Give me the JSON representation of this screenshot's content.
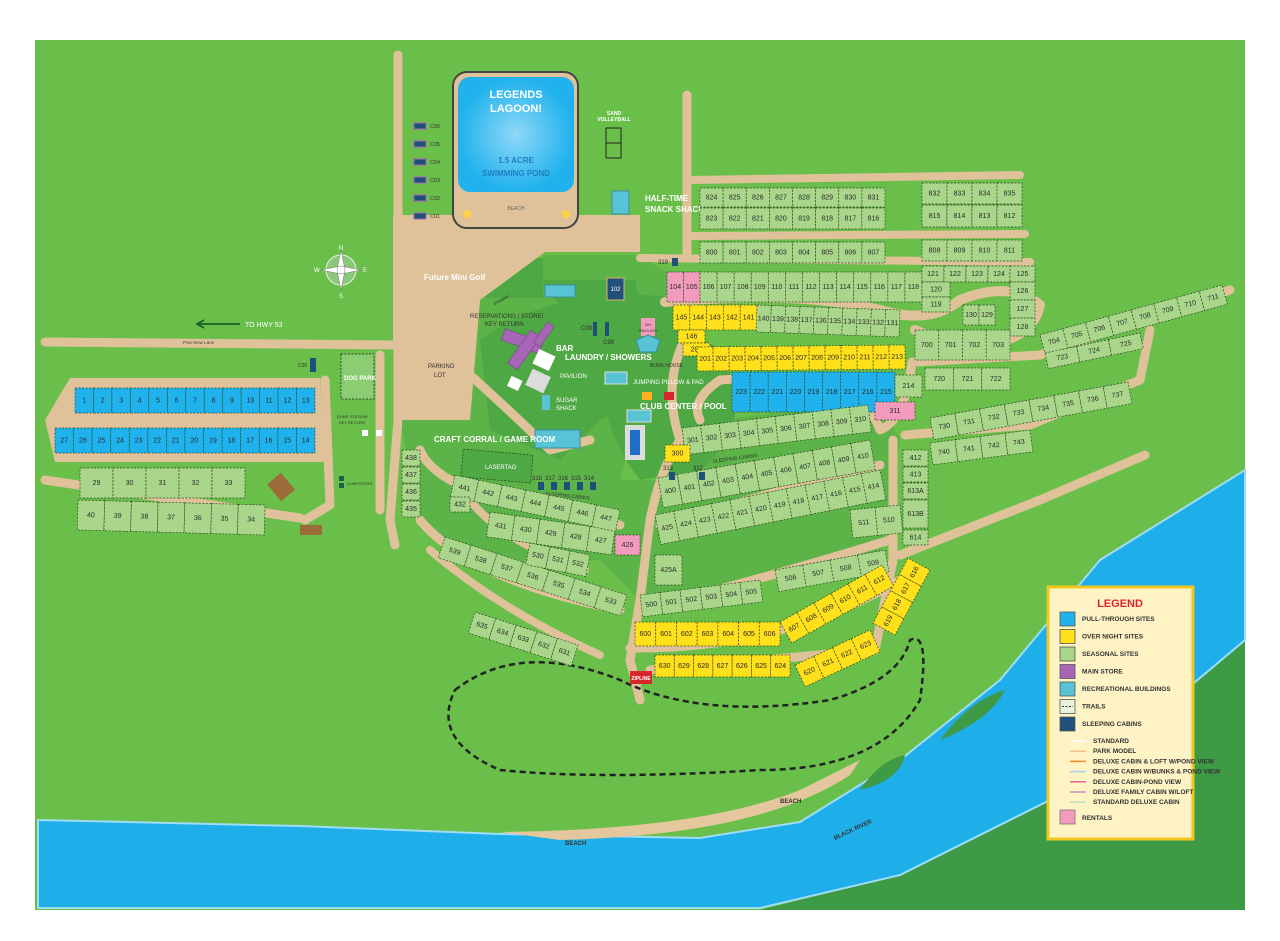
{
  "colors": {
    "grass": "#6abf4b",
    "dark_grass": "#4ea843",
    "road": "#dfc29a",
    "seasonal": "#a9d68a",
    "overnight": "#ffe01a",
    "pull_through": "#1fb2ec",
    "rental": "#f39bbd",
    "main_store": "#a665b6",
    "recreational": "#59c3d6",
    "sleeping_cabin": "#1f4f7a",
    "river": "#1eaee9",
    "legend_bg": "#fdf3c4",
    "legend_border": "#f2c81e",
    "legend_title": "#d9262c"
  },
  "labels": {
    "lagoon_title_1": "LEGENDS",
    "lagoon_title_2": "LAGOON!",
    "lagoon_sub_1": "1.5 ACRE",
    "lagoon_sub_2": "SWIMMING POND",
    "lagoon_beach": "BEACH",
    "sand_volleyball_1": "SAND",
    "sand_volleyball_2": "VOLLEYBALL",
    "snack_shack_1": "HALF-TIME",
    "snack_shack_2": "SNACK SHACK",
    "mini_golf": "Future Mini Golf",
    "to_hwy": "TO HWY 53",
    "pow_wow_lane": "Pow Wow Lane",
    "entrance": "Entrance",
    "reservations_1": "RESERVATIONS / STORE/",
    "reservations_2": "KEY RETURN",
    "parking_1": "PARKING",
    "parking_2": "LOT",
    "bar": "BAR",
    "pavilion": "PAVILION",
    "sugar_shack_1": "SUGAR",
    "sugar_shack_2": "SHACK",
    "laundry": "LAUNDRY / SHOWERS",
    "bh_pavilion_1": "BH",
    "bh_pavilion_2": "PAVILION",
    "bunk_house": "BUNK HOUSE",
    "jumping_pillow": "JUMPING PILLOW & PAD",
    "club_center": "CLUB CENTER / POOL",
    "craft_corral": "CRAFT CORRAL / GAME ROOM",
    "lasertag": "LASERTAG",
    "sleeping_cabins_a": "SLEEPING CABINS",
    "sleeping_cabins_b": "SLEEPING CABINS",
    "dog_park": "DOG PARK",
    "dump_station_1": "DUMP STATION/",
    "dump_station_2": "KEY RETURN",
    "dumpsters": "DUMPSTERS",
    "zipline": "ZIPLINE",
    "beach_1": "BEACH",
    "beach_2": "BEACH",
    "black_river": "BLACK RIVER",
    "compass_n": "N",
    "compass_s": "S",
    "compass_e": "E",
    "compass_w": "W"
  },
  "cabins": [
    "C06",
    "C05",
    "C04",
    "C03",
    "C02",
    "C01",
    "C00",
    "C99",
    "C98",
    "102",
    "319",
    "313",
    "312",
    "318",
    "317",
    "316",
    "315",
    "314"
  ],
  "site_rows": [
    {
      "type": "seasonal",
      "sites": [
        "824",
        "825",
        "826",
        "827",
        "828",
        "829",
        "830",
        "831"
      ]
    },
    {
      "type": "seasonal",
      "sites": [
        "823",
        "822",
        "821",
        "820",
        "819",
        "818",
        "817",
        "816"
      ]
    },
    {
      "type": "seasonal",
      "sites": [
        "832",
        "833",
        "834",
        "835"
      ]
    },
    {
      "type": "seasonal",
      "sites": [
        "815",
        "814",
        "813",
        "812"
      ]
    },
    {
      "type": "seasonal",
      "sites": [
        "800",
        "801",
        "802",
        "803",
        "804",
        "805",
        "806",
        "807"
      ]
    },
    {
      "type": "seasonal",
      "sites": [
        "808",
        "809",
        "810",
        "811"
      ]
    },
    {
      "type": "rental",
      "sites": [
        "104",
        "105"
      ]
    },
    {
      "type": "seasonal",
      "sites": [
        "106",
        "107",
        "108",
        "109",
        "110",
        "111",
        "112",
        "113",
        "114",
        "115",
        "116",
        "117",
        "118"
      ]
    },
    {
      "type": "seasonal",
      "sites": [
        "121",
        "122",
        "123",
        "124"
      ]
    },
    {
      "type": "seasonal",
      "sites": [
        "125"
      ]
    },
    {
      "type": "seasonal",
      "sites": [
        "120"
      ]
    },
    {
      "type": "seasonal",
      "sites": [
        "119"
      ]
    },
    {
      "type": "seasonal",
      "sites": [
        "126"
      ]
    },
    {
      "type": "seasonal",
      "sites": [
        "127"
      ]
    },
    {
      "type": "seasonal",
      "sites": [
        "128"
      ]
    },
    {
      "type": "overnight",
      "sites": [
        "145",
        "144",
        "143",
        "142",
        "141"
      ]
    },
    {
      "type": "seasonal",
      "sites": [
        "140",
        "139",
        "138",
        "137",
        "136",
        "135",
        "134",
        "133",
        "132",
        "131"
      ]
    },
    {
      "type": "overnight",
      "sites": [
        "146"
      ]
    },
    {
      "type": "overnight",
      "sites": [
        "200"
      ]
    },
    {
      "type": "overnight",
      "sites": [
        "201",
        "202",
        "203",
        "204",
        "205",
        "206",
        "207",
        "208",
        "209",
        "210",
        "211",
        "212",
        "213"
      ]
    },
    {
      "type": "pull_through",
      "sites": [
        "223",
        "222",
        "221",
        "220",
        "219",
        "218",
        "217",
        "216",
        "215"
      ]
    },
    {
      "type": "seasonal",
      "sites": [
        "214"
      ]
    },
    {
      "type": "rental",
      "sites": [
        "311"
      ]
    },
    {
      "type": "seasonal",
      "sites": [
        "130",
        "129"
      ]
    },
    {
      "type": "seasonal",
      "sites": [
        "700",
        "701",
        "702",
        "703"
      ]
    },
    {
      "type": "seasonal",
      "sites": [
        "704",
        "705",
        "706",
        "707",
        "708",
        "709",
        "710",
        "711"
      ]
    },
    {
      "type": "seasonal",
      "sites": [
        "723",
        "724",
        "725"
      ]
    },
    {
      "type": "seasonal",
      "sites": [
        "720",
        "721",
        "722"
      ]
    },
    {
      "type": "seasonal",
      "sites": [
        "730",
        "731",
        "732",
        "733",
        "734",
        "735",
        "736",
        "737"
      ]
    },
    {
      "type": "seasonal",
      "sites": [
        "740",
        "741",
        "742",
        "743"
      ]
    },
    {
      "type": "seasonal",
      "sites": [
        "412"
      ]
    },
    {
      "type": "seasonal",
      "sites": [
        "413"
      ]
    },
    {
      "type": "seasonal",
      "sites": [
        "613A"
      ]
    },
    {
      "type": "seasonal",
      "sites": [
        "613B"
      ]
    },
    {
      "type": "seasonal",
      "sites": [
        "614"
      ]
    },
    {
      "type": "seasonal",
      "sites": [
        "301",
        "302",
        "303",
        "304",
        "305",
        "306",
        "307",
        "308",
        "309",
        "310"
      ]
    },
    {
      "type": "overnight",
      "sites": [
        "300"
      ]
    },
    {
      "type": "seasonal",
      "sites": [
        "400",
        "401",
        "402",
        "403",
        "404",
        "405",
        "406",
        "407",
        "408",
        "409",
        "410"
      ]
    },
    {
      "type": "seasonal",
      "sites": [
        "425",
        "424",
        "423",
        "422",
        "421",
        "420",
        "419",
        "418",
        "417",
        "416",
        "415",
        "414"
      ]
    },
    {
      "type": "seasonal",
      "sites": [
        "425A"
      ]
    },
    {
      "type": "seasonal",
      "sites": [
        "511",
        "510"
      ]
    },
    {
      "type": "seasonal",
      "sites": [
        "500",
        "501",
        "502",
        "503",
        "504",
        "505"
      ]
    },
    {
      "type": "seasonal",
      "sites": [
        "506",
        "507",
        "508",
        "509"
      ]
    },
    {
      "type": "overnight",
      "sites": [
        "600",
        "601",
        "602",
        "603",
        "604",
        "605",
        "606"
      ]
    },
    {
      "type": "overnight",
      "sites": [
        "607",
        "608",
        "609",
        "610",
        "611",
        "612"
      ]
    },
    {
      "type": "overnight",
      "sites": [
        "616",
        "617",
        "618",
        "619"
      ]
    },
    {
      "type": "overnight",
      "sites": [
        "620",
        "621",
        "622",
        "623"
      ]
    },
    {
      "type": "overnight",
      "sites": [
        "630",
        "629",
        "628",
        "627",
        "626",
        "625",
        "624"
      ]
    },
    {
      "type": "seasonal",
      "sites": [
        "635",
        "634",
        "633",
        "632",
        "631"
      ]
    },
    {
      "type": "seasonal",
      "sites": [
        "539",
        "538",
        "537",
        "536",
        "535",
        "534",
        "533"
      ]
    },
    {
      "type": "seasonal",
      "sites": [
        "530",
        "531",
        "532"
      ]
    },
    {
      "type": "seasonal",
      "sites": [
        "431",
        "430",
        "429",
        "428",
        "427"
      ]
    },
    {
      "type": "rental",
      "sites": [
        "426"
      ]
    },
    {
      "type": "seasonal",
      "sites": [
        "441",
        "442",
        "443",
        "444",
        "445",
        "446",
        "447"
      ]
    },
    {
      "type": "seasonal",
      "sites": [
        "432"
      ]
    },
    {
      "type": "seasonal",
      "sites": [
        "438"
      ]
    },
    {
      "type": "seasonal",
      "sites": [
        "437"
      ]
    },
    {
      "type": "seasonal",
      "sites": [
        "436"
      ]
    },
    {
      "type": "seasonal",
      "sites": [
        "435"
      ]
    },
    {
      "type": "pull_through",
      "sites": [
        "1",
        "2",
        "3",
        "4",
        "5",
        "6",
        "7",
        "8",
        "9",
        "10",
        "11",
        "12",
        "13"
      ]
    },
    {
      "type": "pull_through",
      "sites": [
        "27",
        "26",
        "25",
        "24",
        "23",
        "22",
        "21",
        "20",
        "19",
        "18",
        "17",
        "16",
        "15",
        "14"
      ]
    },
    {
      "type": "seasonal",
      "sites": [
        "29",
        "30",
        "31",
        "32",
        "33"
      ]
    },
    {
      "type": "seasonal",
      "sites": [
        "40",
        "39",
        "38",
        "37",
        "36",
        "35",
        "34"
      ]
    }
  ],
  "legend": {
    "title": "LEGEND",
    "swatches": [
      {
        "label": "PULL-THROUGH SITES",
        "color": "#1fb2ec"
      },
      {
        "label": "OVER NIGHT SITES",
        "color": "#ffe01a"
      },
      {
        "label": "SEASONAL SITES",
        "color": "#a9d68a"
      },
      {
        "label": "MAIN STORE",
        "color": "#a665b6"
      },
      {
        "label": "RECREATIONAL BUILDINGS",
        "color": "#59c3d6"
      },
      {
        "label": "TRAILS",
        "color": "#e6f2dc"
      },
      {
        "label": "SLEEPING CABINS",
        "color": "#1f4f7a"
      }
    ],
    "lines": [
      {
        "label": "STANDARD",
        "color": "#ffffff"
      },
      {
        "label": "PARK MODEL",
        "color": "#f3c08a"
      },
      {
        "label": "DELUXE CABIN & LOFT W/POND VIEW",
        "color": "#f08a1d"
      },
      {
        "label": "DELUXE CABIN W/BUNKS & POND VIEW",
        "color": "#9fd6ef"
      },
      {
        "label": "DELUXE CABIN-POND VIEW",
        "color": "#e0609a"
      },
      {
        "label": "DELUXE FAMILY CABIN W/LOFT",
        "color": "#c58fc8"
      },
      {
        "label": "STANDARD DELUXE CABIN",
        "color": "#bde3c2"
      }
    ],
    "rentals": {
      "label": "RENTALS",
      "color": "#f39bbd"
    }
  }
}
